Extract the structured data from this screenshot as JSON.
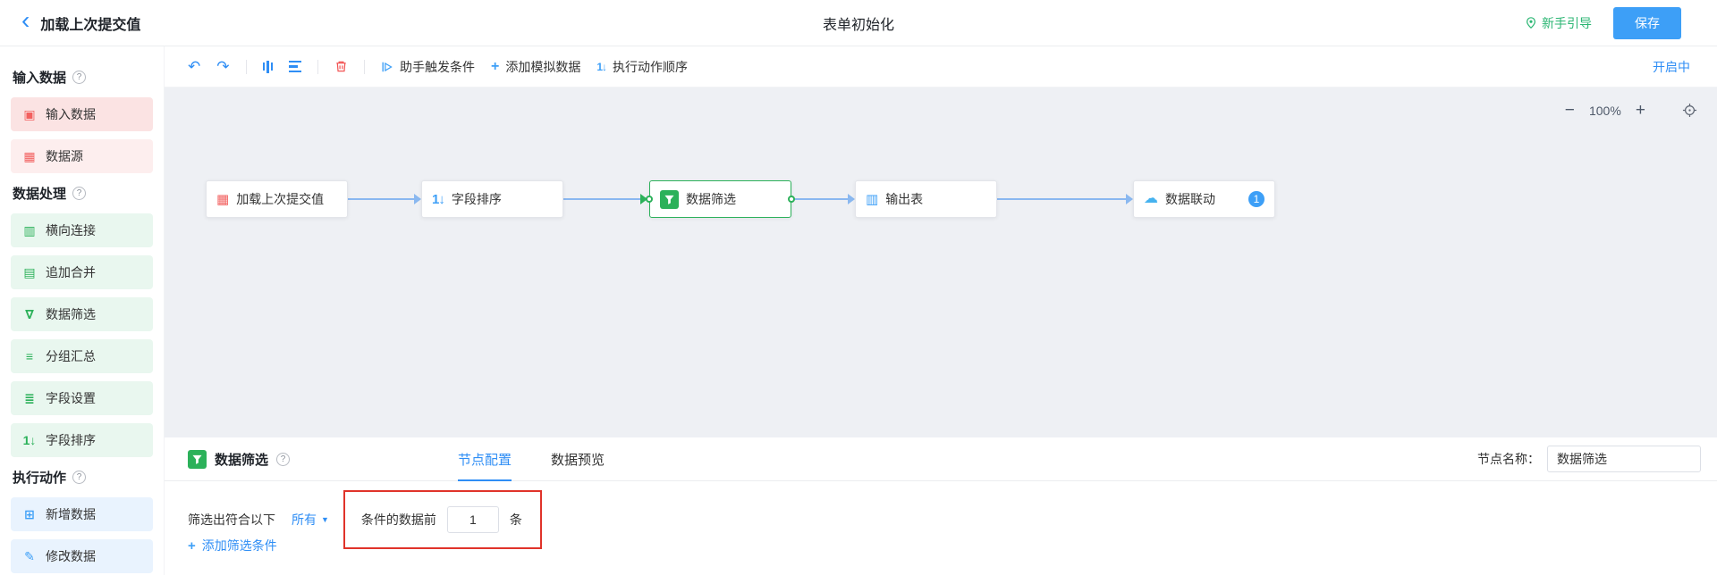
{
  "header": {
    "title": "加载上次提交值",
    "center_title": "表单初始化",
    "guide_label": "新手引导",
    "save_label": "保存"
  },
  "icons": {
    "back": "‹",
    "help": "?",
    "undo": "↶",
    "redo": "↷",
    "plus": "+",
    "minus": "−",
    "caret_down": "▼",
    "sort": "1↓"
  },
  "sidebar": {
    "sections": [
      {
        "title": "输入数据",
        "items": [
          {
            "label": "输入数据",
            "icon": "▣"
          },
          {
            "label": "数据源",
            "icon": "▦"
          }
        ]
      },
      {
        "title": "数据处理",
        "items": [
          {
            "label": "横向连接",
            "icon": "▥"
          },
          {
            "label": "追加合并",
            "icon": "▤"
          },
          {
            "label": "数据筛选",
            "icon": "∇"
          },
          {
            "label": "分组汇总",
            "icon": "≡"
          },
          {
            "label": "字段设置",
            "icon": "≣"
          },
          {
            "label": "字段排序",
            "icon": "1↓"
          }
        ]
      },
      {
        "title": "执行动作",
        "items": [
          {
            "label": "新增数据",
            "icon": "⊞"
          },
          {
            "label": "修改数据",
            "icon": "✎"
          }
        ]
      }
    ]
  },
  "toolbar": {
    "trigger_label": "助手触发条件",
    "mock_label": "添加模拟数据",
    "order_label": "执行动作顺序",
    "status": "开启中"
  },
  "canvas": {
    "zoom": "100%",
    "nodes": [
      {
        "label": "加载上次提交值",
        "icon": "▦"
      },
      {
        "label": "字段排序",
        "icon": "1↓"
      },
      {
        "label": "数据筛选"
      },
      {
        "label": "输出表",
        "icon": "▥"
      },
      {
        "label": "数据联动",
        "icon": "☁",
        "badge": "1"
      }
    ]
  },
  "panel": {
    "title": "数据筛选",
    "tabs": [
      {
        "label": "节点配置"
      },
      {
        "label": "数据预览"
      }
    ],
    "node_name_label": "节点名称：",
    "node_name_value": "数据筛选",
    "filter_prefix": "筛选出符合以下",
    "filter_scope": "所有",
    "filter_middle": "条件的数据前",
    "filter_count": "1",
    "filter_unit": "条",
    "add_condition": "添加筛选条件"
  }
}
